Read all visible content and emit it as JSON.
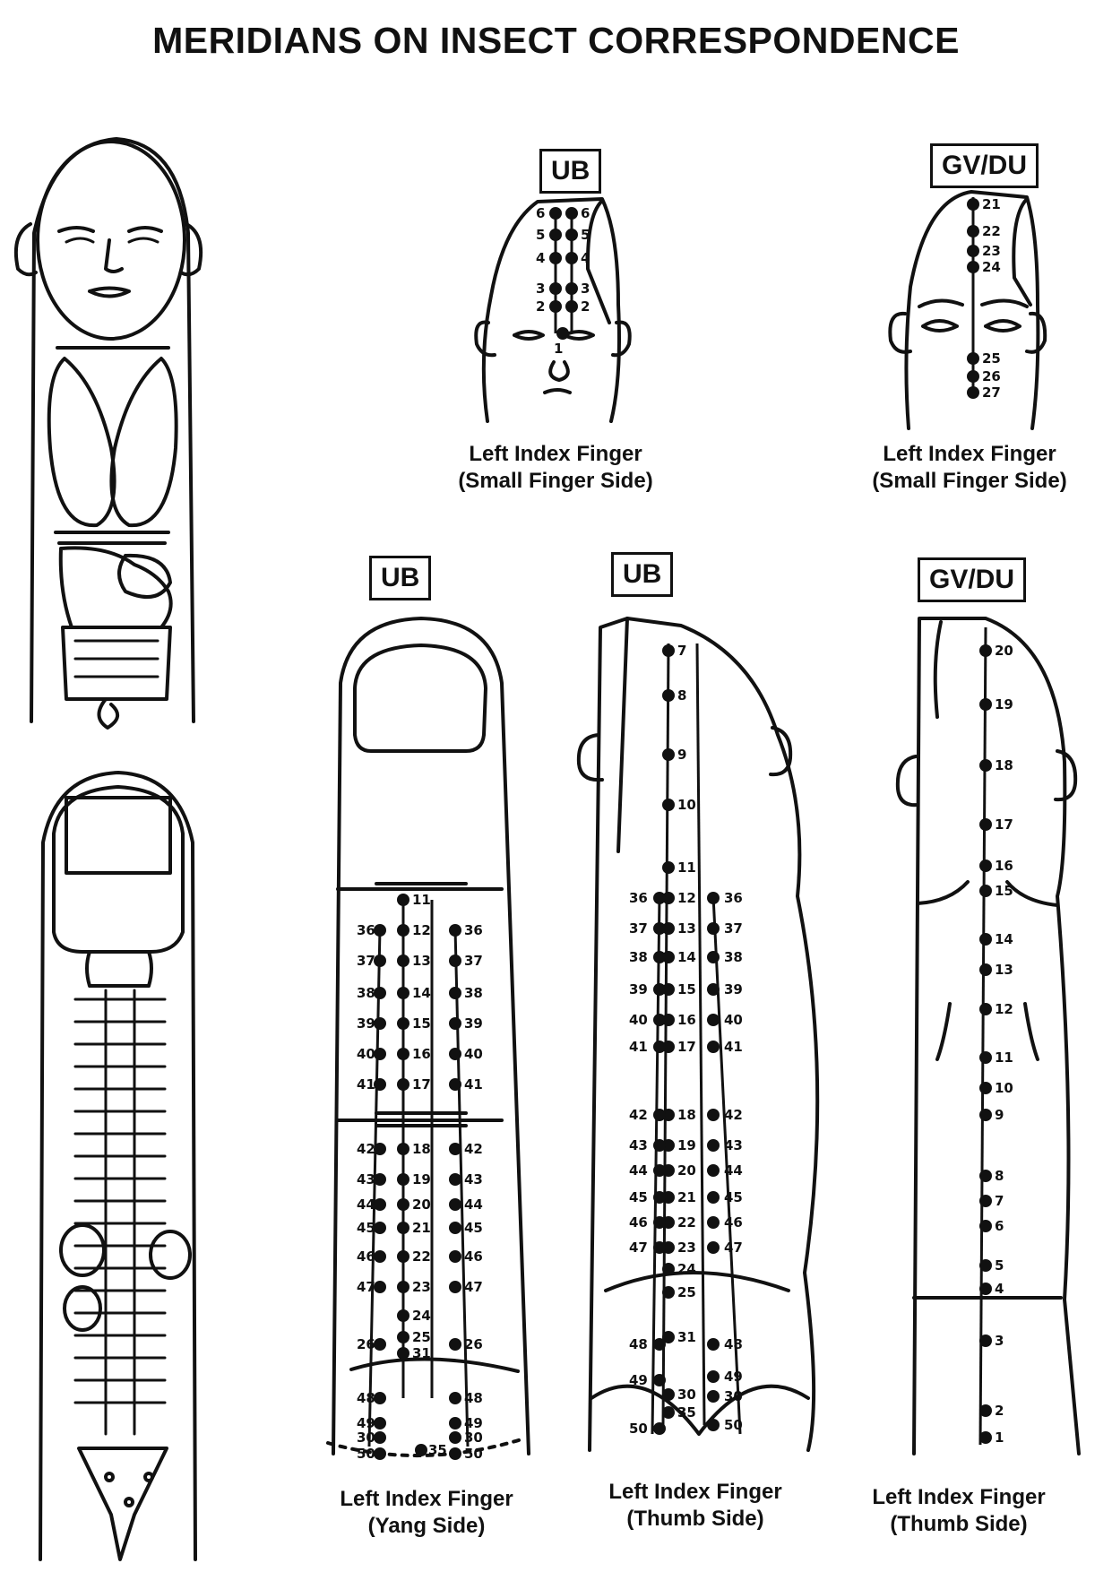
{
  "title": "MERIDIANS ON INSECT CORRESPONDENCE",
  "panels": {
    "ub_face": {
      "label": "UB",
      "caption_line1": "Left Index Finger",
      "caption_line2": "(Small Finger Side)",
      "points_left": [
        "6",
        "5",
        "4",
        "3",
        "2"
      ],
      "points_right": [
        "6",
        "5",
        "4",
        "3",
        "2"
      ],
      "point_center": "1"
    },
    "gv_face": {
      "label": "GV/DU",
      "caption_line1": "Left Index Finger",
      "caption_line2": "(Small Finger Side)",
      "points": [
        "21",
        "22",
        "23",
        "24",
        "25",
        "26",
        "27"
      ]
    },
    "ub_yang": {
      "label": "UB",
      "caption_line1": "Left Index Finger",
      "caption_line2": "(Yang Side)",
      "inner_left": [
        "11",
        "12",
        "13",
        "14",
        "15",
        "16",
        "17",
        "18",
        "19",
        "20",
        "21",
        "22",
        "23",
        "24",
        "25",
        "31"
      ],
      "outer_left": [
        "36",
        "37",
        "38",
        "39",
        "40",
        "41",
        "42",
        "43",
        "44",
        "45",
        "46",
        "47",
        "26",
        "48",
        "49",
        "30",
        "50"
      ],
      "outer_right": [
        "36",
        "37",
        "38",
        "39",
        "40",
        "41",
        "42",
        "43",
        "44",
        "45",
        "46",
        "47",
        "26",
        "48",
        "49",
        "30",
        "50"
      ],
      "bottom_center": "35"
    },
    "ub_thumb": {
      "label": "UB",
      "caption_line1": "Left Index Finger",
      "caption_line2": "(Thumb Side)",
      "inner": [
        "7",
        "8",
        "9",
        "10",
        "11",
        "12",
        "13",
        "14",
        "15",
        "16",
        "17",
        "18",
        "19",
        "20",
        "21",
        "22",
        "23",
        "24",
        "25",
        "31",
        "30",
        "35"
      ],
      "left": [
        "36",
        "37",
        "38",
        "39",
        "40",
        "41",
        "42",
        "43",
        "44",
        "45",
        "46",
        "47",
        "48",
        "49",
        "50"
      ],
      "right": [
        "36",
        "37",
        "38",
        "39",
        "40",
        "41",
        "42",
        "43",
        "44",
        "45",
        "46",
        "47",
        "48",
        "49",
        "30",
        "50"
      ]
    },
    "gv_back": {
      "label": "GV/DU",
      "caption_line1": "Left Index Finger",
      "caption_line2": "(Thumb Side)",
      "points": [
        "20",
        "19",
        "18",
        "17",
        "16",
        "15",
        "14",
        "13",
        "12",
        "11",
        "10",
        "9",
        "8",
        "7",
        "6",
        "5",
        "4",
        "3",
        "2",
        "1"
      ]
    }
  }
}
